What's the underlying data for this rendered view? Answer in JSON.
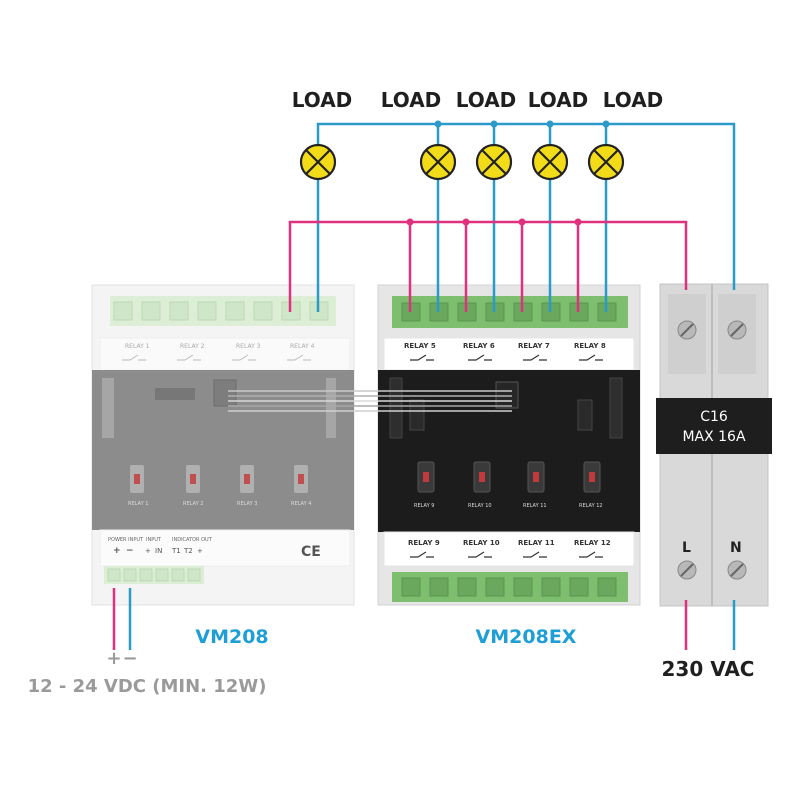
{
  "loads": [
    "LOAD",
    "LOAD",
    "LOAD",
    "LOAD",
    "LOAD"
  ],
  "modules": {
    "vm208": {
      "name": "VM208",
      "top_relays": [
        "RELAY 1",
        "RELAY 2",
        "RELAY 3",
        "RELAY 4"
      ],
      "bottom_relays": [
        "RELAY 1",
        "RELAY 2",
        "RELAY 3",
        "RELAY 4"
      ],
      "input_labels": [
        "POWER INPUT",
        "INPUT",
        "INDICATOR OUT"
      ],
      "terminal_marks": [
        "+",
        "−",
        "+",
        "IN",
        "T1",
        "T2",
        "+"
      ],
      "ce_mark": "CE"
    },
    "vm208ex": {
      "name": "VM208EX",
      "top_relays": [
        "RELAY 5",
        "RELAY 6",
        "RELAY 7",
        "RELAY 8"
      ],
      "bottom_relays": [
        "RELAY 9",
        "RELAY 10",
        "RELAY 11",
        "RELAY 12"
      ],
      "board_relays": [
        "RELAY 9",
        "RELAY 10",
        "RELAY 11",
        "RELAY 12"
      ]
    }
  },
  "breaker": {
    "line1": "C16",
    "line2": "MAX 16A",
    "left_terminal": "L",
    "right_terminal": "N"
  },
  "supply": {
    "mains": "230 VAC",
    "polarity_plus": "+",
    "polarity_minus": "−",
    "dc": "12 - 24 VDC (MIN. 12W)"
  },
  "colors": {
    "neutral_wire": "#2b9ac9",
    "live_wire": "#e0317e",
    "lamp": "#f2db18",
    "model_label": "#1f9fd6",
    "terminal_green": "#7dbf6f"
  }
}
